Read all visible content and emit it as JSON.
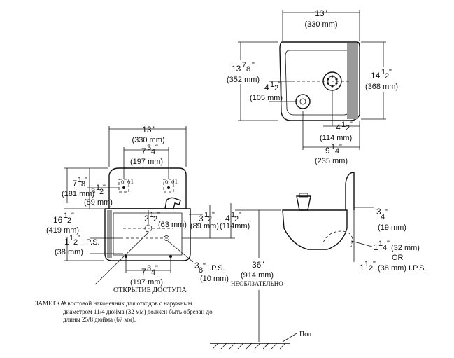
{
  "top_view": {
    "width": "13\"",
    "width_mm": "(330 mm)",
    "height_in": "13",
    "height_frac": "7",
    "height_den": "8",
    "height_mm": "(352 mm)",
    "depth_in": "14",
    "depth_frac": "1",
    "depth_den": "2",
    "depth_mm": "(368 mm)",
    "offset_in": "4",
    "offset_frac": "1",
    "offset_den": "2",
    "offset_mm": "(105 mm)",
    "bottom1_in": "4",
    "bottom1_frac": "1",
    "bottom1_den": "2",
    "bottom1_mm": "(114 mm)",
    "bottom2_in": "9",
    "bottom2_frac": "1",
    "bottom2_den": "4",
    "bottom2_mm": "(235 mm)"
  },
  "front_view": {
    "width": "13\"",
    "width_mm": "(330 mm)",
    "inner_in": "7",
    "inner_frac": "3",
    "inner_den": "4",
    "inner_mm": "(197 mm)",
    "h1_in": "7",
    "h1_frac": "1",
    "h1_den": "8",
    "h1_mm": "(181 mm)",
    "h2_in": "3",
    "h2_frac": "1",
    "h2_den": "2",
    "h2_mm": "(89 mm)",
    "total_in": "16",
    "total_frac": "1",
    "total_den": "2",
    "total_mm": "(419 mm)",
    "ips_in": "1",
    "ips_frac": "1",
    "ips_den": "2",
    "ips_text": "I.P.S.",
    "ips_mm": "(38 mm)",
    "c1_in": "2",
    "c1_frac": "1",
    "c1_den": "2",
    "c1_mm": "(63 mm)",
    "c2_in": "3",
    "c2_frac": "1",
    "c2_den": "2",
    "c2_mm": "(89 mm)",
    "c3_in": "4",
    "c3_frac": "1",
    "c3_den": "2",
    "c3_mm": "(114mm)",
    "bot_in": "7",
    "bot_frac": "3",
    "bot_den": "4",
    "bot_mm": "(197 mm)",
    "supply_frac": "3",
    "supply_den": "8",
    "supply_text": "I.P.S.",
    "supply_mm": "(10 mm)",
    "access": "ОТКРЫТИЕ ДОСТУПА"
  },
  "side_view": {
    "height": "36\"",
    "height_mm": "(914 mm)",
    "optional": "НЕОБЯЗАТЕЛЬНО",
    "wall_frac": "3",
    "wall_den": "4",
    "wall_mm": "(19 mm)",
    "waste_in": "1",
    "waste_frac": "1",
    "waste_den": "4",
    "waste_mm": "(32 mm)",
    "or": "OR",
    "waste2_in": "1",
    "waste2_frac": "1",
    "waste2_den": "2",
    "waste2_mm": "(38 mm) I.P.S.",
    "floor": "Пол"
  },
  "note": {
    "label": "ЗАМЕТКА:",
    "text": "Хвостовой наконечник для отходов с наружным диаметром 11/4 дюйма (32 мм) должен быть обрезан до длины 25/8 дюйма (67 мм)."
  }
}
